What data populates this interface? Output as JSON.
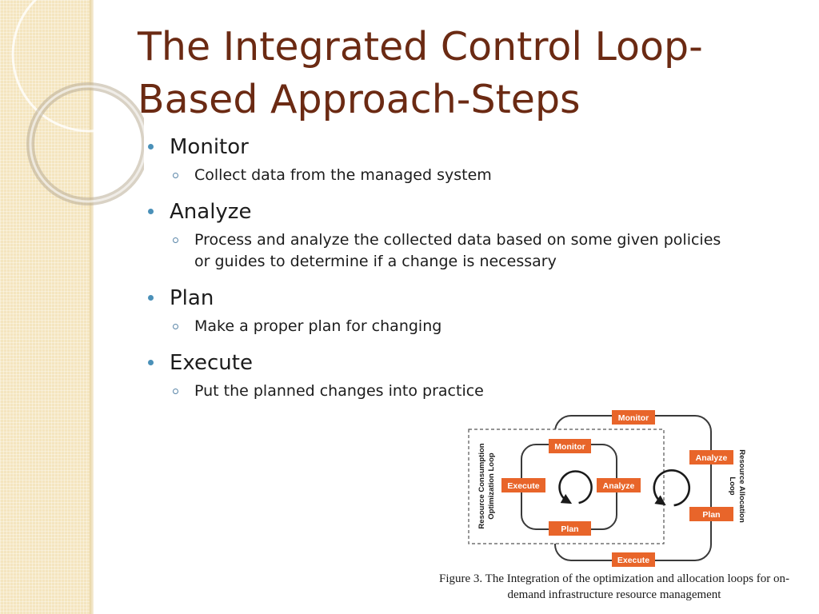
{
  "title": {
    "line1": "The Integrated Control Loop-",
    "line2": "Based Approach-Steps"
  },
  "colors": {
    "title": "#6b2a13",
    "bullet": "#4a90b8",
    "box_fill": "#e8652a",
    "loop_stroke": "#3a3a3a",
    "sidebar": "#f4e5bf"
  },
  "bullets": [
    {
      "label": "Monitor",
      "sub": [
        "Collect data from the managed system"
      ]
    },
    {
      "label": "Analyze",
      "sub": [
        "Process and analyze the collected data based on some given policies or guides to determine if a change is necessary"
      ]
    },
    {
      "label": "Plan",
      "sub": [
        "Make a proper plan for changing"
      ]
    },
    {
      "label": "Execute",
      "sub": [
        "Put the planned changes into practice"
      ]
    }
  ],
  "figure": {
    "inner_loop": {
      "label_line1": "Resource Consumption",
      "label_line2": "Optimization Loop",
      "monitor": "Monitor",
      "execute": "Execute",
      "analyze": "Analyze",
      "plan": "Plan",
      "icon": "clockwise-arrow-icon"
    },
    "outer_loop": {
      "label_line1": "Resource Allocation",
      "label_line2": "Loop",
      "monitor": "Monitor",
      "analyze": "Analyze",
      "plan": "Plan",
      "execute": "Execute",
      "icon": "clockwise-arrow-icon"
    },
    "caption": "Figure 3. The Integration of the optimization and allocation loops for on-demand infrastructure resource management"
  }
}
